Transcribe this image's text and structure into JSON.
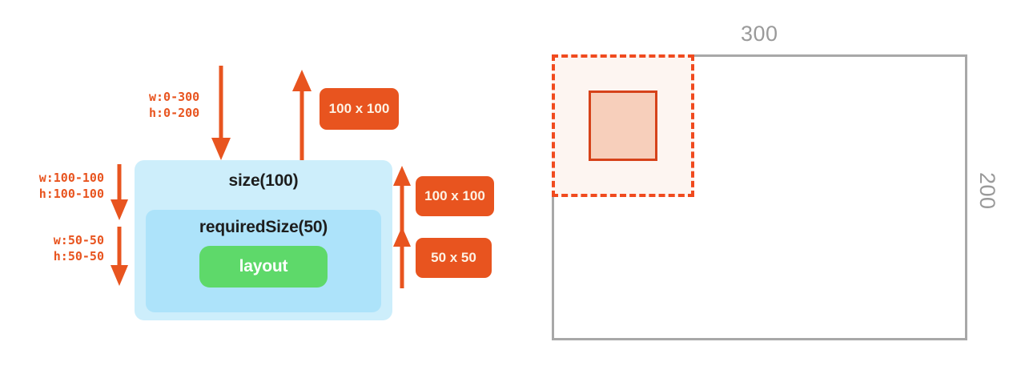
{
  "diagram": {
    "title": "layout constraint propagation diagram",
    "colors": {
      "accent_orange": "#e8541f",
      "dashed_orange": "#f04a1e",
      "fill_peach": "#f7cfbb",
      "fill_pale": "#fdf5f1",
      "outer_blue": "#cdeefb",
      "inner_blue": "#ade3fa",
      "green": "#5ed96a",
      "grey_stroke": "#a8a8a8",
      "grey_text": "#9a9a9a"
    },
    "left": {
      "outer_label": "size(100)",
      "inner_label": "requiredSize(50)",
      "layout_label": "layout",
      "constraint_in": {
        "width": "w:0-300",
        "height": "h:0-200"
      },
      "constraint_outer": {
        "width": "w:100-100",
        "height": "h:100-100"
      },
      "constraint_inner": {
        "width": "w:50-50",
        "height": "h:50-50"
      },
      "badges": [
        {
          "id": "badge-top",
          "label": "100 x 100"
        },
        {
          "id": "badge-outer",
          "label": "100 x 100"
        },
        {
          "id": "badge-inner",
          "label": "50 x 50"
        }
      ]
    },
    "right": {
      "width_label": "300",
      "height_label": "200"
    }
  }
}
